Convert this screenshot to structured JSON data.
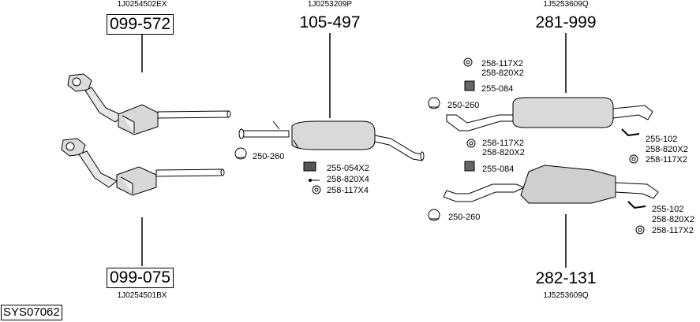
{
  "assemblies": [
    {
      "id": "left_top",
      "oem": "1J0254502EX",
      "part": "099-572"
    },
    {
      "id": "center",
      "oem": "1J0253209P",
      "part": "105-497"
    },
    {
      "id": "right_top",
      "oem": "1J5253609Q",
      "part": "281-999"
    },
    {
      "id": "left_bottom",
      "oem": "1J0254501BX",
      "part": "099-075"
    },
    {
      "id": "right_bottom",
      "oem": "1J5253609Q",
      "part": "282-131"
    }
  ],
  "accessories": {
    "center": [
      "250-260",
      "255-054X2",
      "258-820X4",
      "258-117X4"
    ],
    "right_top": [
      "258-117X2",
      "258-820X2",
      "255-084",
      "250-260",
      "255-102",
      "258-820X2",
      "258-117X2"
    ],
    "right_bottom": [
      "258-117X2",
      "258-820X2",
      "255-084",
      "250-260",
      "255-102",
      "258-820X2",
      "258-117X2"
    ]
  },
  "system_code": "SYS07062"
}
